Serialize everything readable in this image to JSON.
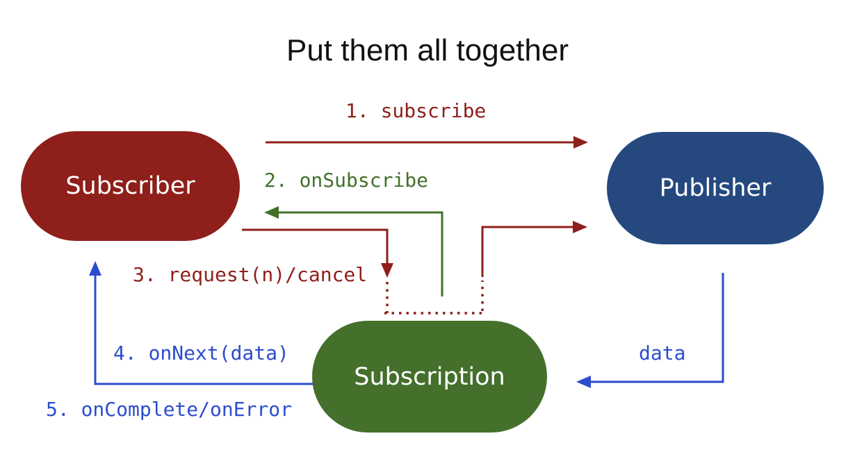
{
  "title": "Put them all together",
  "nodes": {
    "subscriber": {
      "label": "Subscriber"
    },
    "publisher": {
      "label": "Publisher"
    },
    "subscription": {
      "label": "Subscription"
    }
  },
  "edges": {
    "subscribe": {
      "label": "1. subscribe"
    },
    "on_subscribe": {
      "label": "2. onSubscribe"
    },
    "request_cancel": {
      "label": "3. request(n)/cancel"
    },
    "on_next": {
      "label": "4. onNext(data)"
    },
    "on_complete_error": {
      "label": "5. onComplete/onError"
    },
    "data": {
      "label": "data"
    }
  },
  "colors": {
    "red": "#8e1f1a",
    "green": "#41702a",
    "blue": "#2c4ccd",
    "navy": "#25497f",
    "dark_green": "#44702b"
  }
}
